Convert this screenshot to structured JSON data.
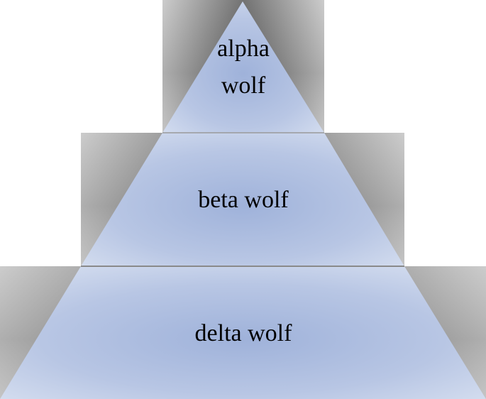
{
  "pyramid": {
    "tiers": [
      {
        "lines": [
          "alpha",
          "wolf"
        ]
      },
      {
        "lines": [
          "beta wolf"
        ]
      },
      {
        "lines": [
          "delta wolf"
        ]
      }
    ]
  },
  "colors": {
    "tier_fill_center": "#a4b6dc",
    "tier_fill_edge": "#d6e0f0",
    "shadow_dark": "#2e2e2e",
    "shadow_light": "#c7c7c7",
    "divider": "#8a8a8a"
  }
}
